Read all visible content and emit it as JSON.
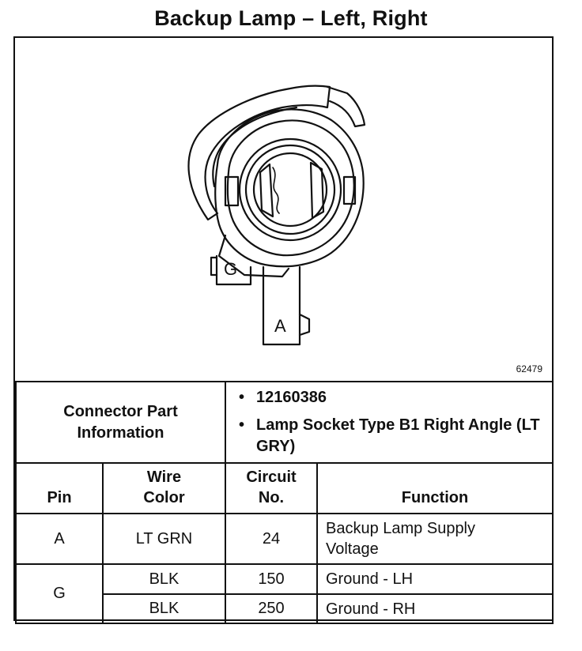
{
  "title": "Backup Lamp – Left, Right",
  "figure": {
    "figure_number": "62479",
    "pin_labels": [
      "G",
      "A"
    ]
  },
  "connector_info": {
    "label": "Connector Part Information",
    "items": [
      "12160386",
      "Lamp Socket Type B1 Right Angle (LT GRY)"
    ],
    "bullet": "•"
  },
  "pin_table": {
    "headers": {
      "pin": "Pin",
      "wire_color": "Wire Color",
      "circuit_no": "Circuit No.",
      "function": "Function"
    },
    "rows": [
      {
        "pin": "A",
        "wire_color": "LT GRN",
        "circuit": "24",
        "function": "Backup Lamp Supply Voltage"
      },
      {
        "pin": "G",
        "wire_color": "BLK",
        "circuit": "150",
        "function": "Ground - LH"
      },
      {
        "pin": "G",
        "wire_color": "BLK",
        "circuit": "250",
        "function": "Ground - RH"
      }
    ]
  }
}
